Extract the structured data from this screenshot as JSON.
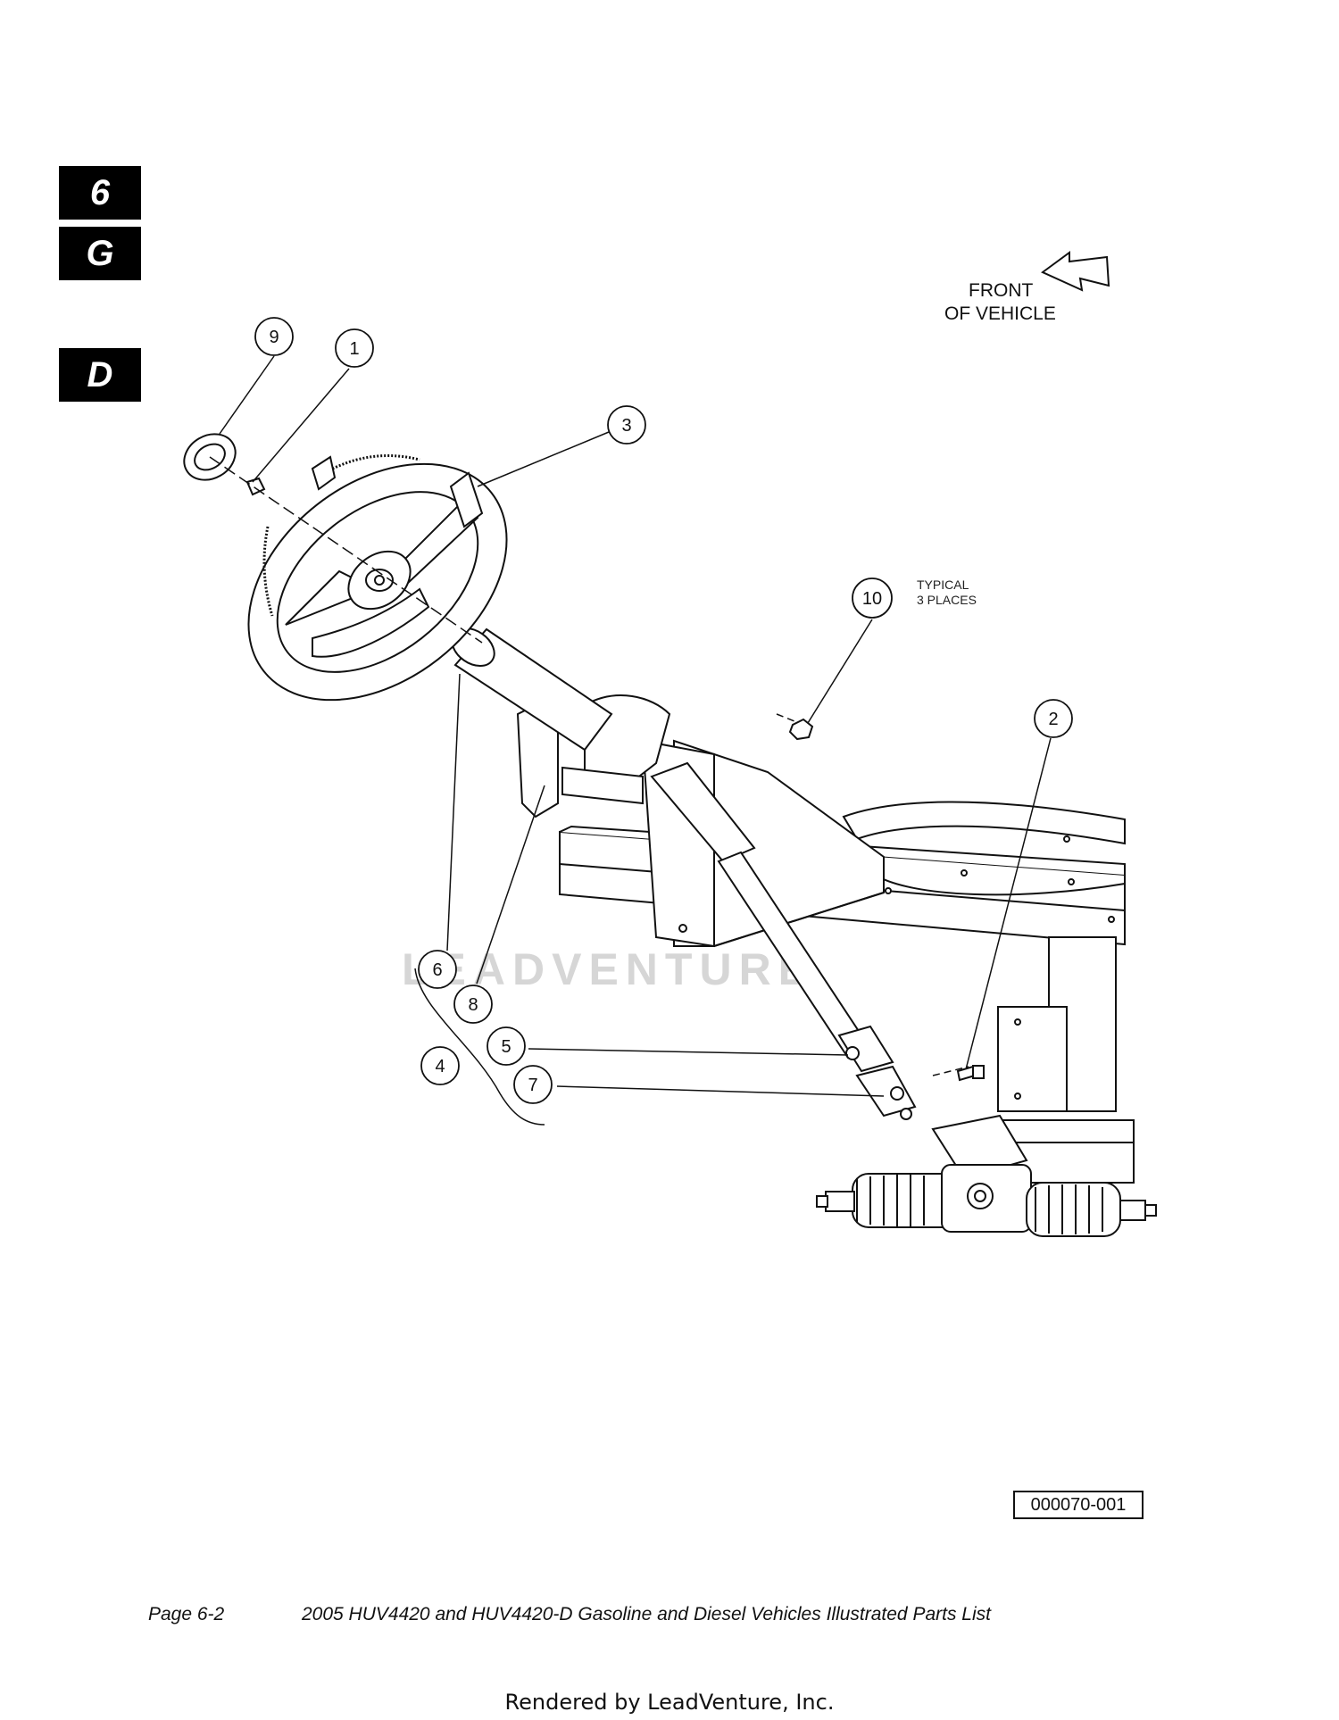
{
  "section_tabs": [
    "6",
    "G",
    "D"
  ],
  "orientation": {
    "front_line1": "FRONT",
    "front_line2": "OF VEHICLE"
  },
  "note": {
    "line1": "TYPICAL",
    "line2": "3 PLACES"
  },
  "callouts": [
    "1",
    "2",
    "3",
    "4",
    "5",
    "6",
    "7",
    "8",
    "9",
    "10"
  ],
  "watermark": "LEADVENTURE",
  "figure_number": "000070-001",
  "footer": {
    "page": "Page 6-2",
    "title": "2005 HUV4420 and HUV4420-D Gasoline and Diesel Vehicles Illustrated Parts List"
  },
  "rendered_by": "Rendered by LeadVenture, Inc."
}
